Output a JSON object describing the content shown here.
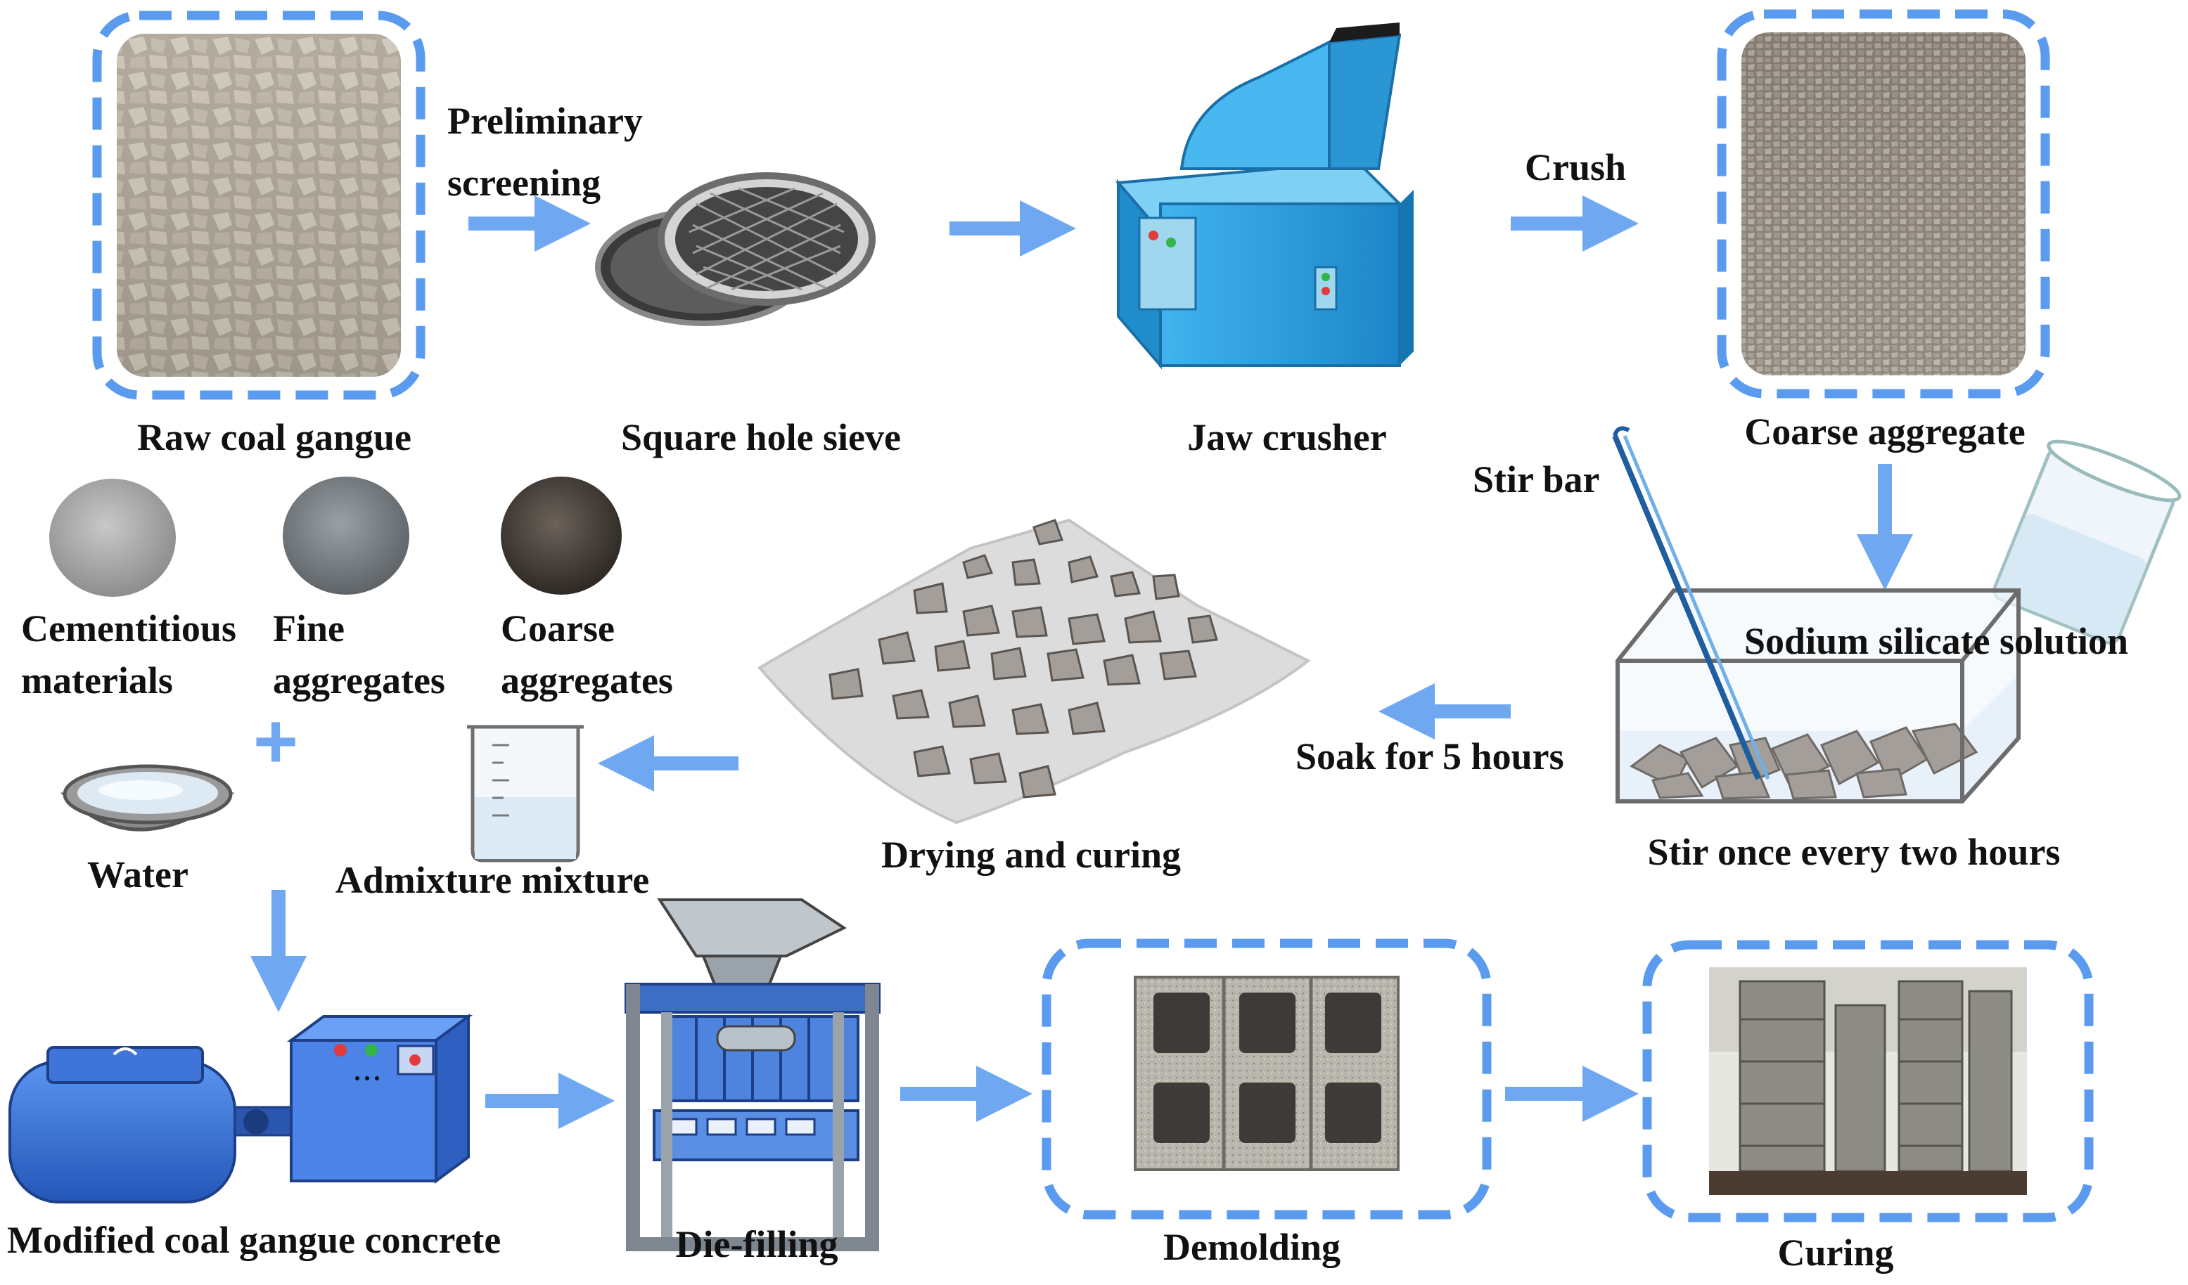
{
  "colors": {
    "arrow": "#6FA8F0",
    "dashed_frame": "#5B9BEF",
    "crusher_blue": "#2F9FE0",
    "mixer_blue": "#3E7BE0",
    "stone": "#9C928A",
    "label": "#111111"
  },
  "stages": {
    "raw_coal_gangue": "Raw coal gangue",
    "preliminary_screening": [
      "Preliminary",
      "screening"
    ],
    "square_hole_sieve": "Square hole sieve",
    "jaw_crusher": "Jaw crusher",
    "crush": "Crush",
    "coarse_aggregate": "Coarse aggregate",
    "stir_bar": "Stir bar",
    "sodium_silicate_solution": "Sodium silicate solution",
    "soak": "Soak for 5 hours",
    "stir": "Stir once every two hours",
    "drying_and_curing": "Drying and curing",
    "cementitious_materials": [
      "Cementitious",
      "materials"
    ],
    "fine_aggregates": [
      "Fine",
      "aggregates"
    ],
    "coarse_aggregates": [
      "Coarse",
      "aggregates"
    ],
    "plus_sign": "+",
    "water": "Water",
    "admixture_mixture": "Admixture mixture",
    "modified_concrete": "Modified coal gangue concrete",
    "die_filling": "Die-filling",
    "demolding": "Demolding",
    "curing": "Curing"
  },
  "icons": [
    "raw-coal-gangue-photo-icon",
    "square-hole-sieve-icon",
    "jaw-crusher-icon",
    "coarse-aggregate-photo-icon",
    "beaker-pour-icon",
    "soaking-tank-icon",
    "stir-bar-icon",
    "drying-stones-icon",
    "cementitious-pile-icon",
    "fine-aggregate-pile-icon",
    "coarse-aggregate-pile-icon",
    "water-bowl-icon",
    "admixture-beaker-icon",
    "concrete-mixer-icon",
    "block-molding-machine-icon",
    "demolded-blocks-photo-icon",
    "curing-blocks-photo-icon"
  ]
}
